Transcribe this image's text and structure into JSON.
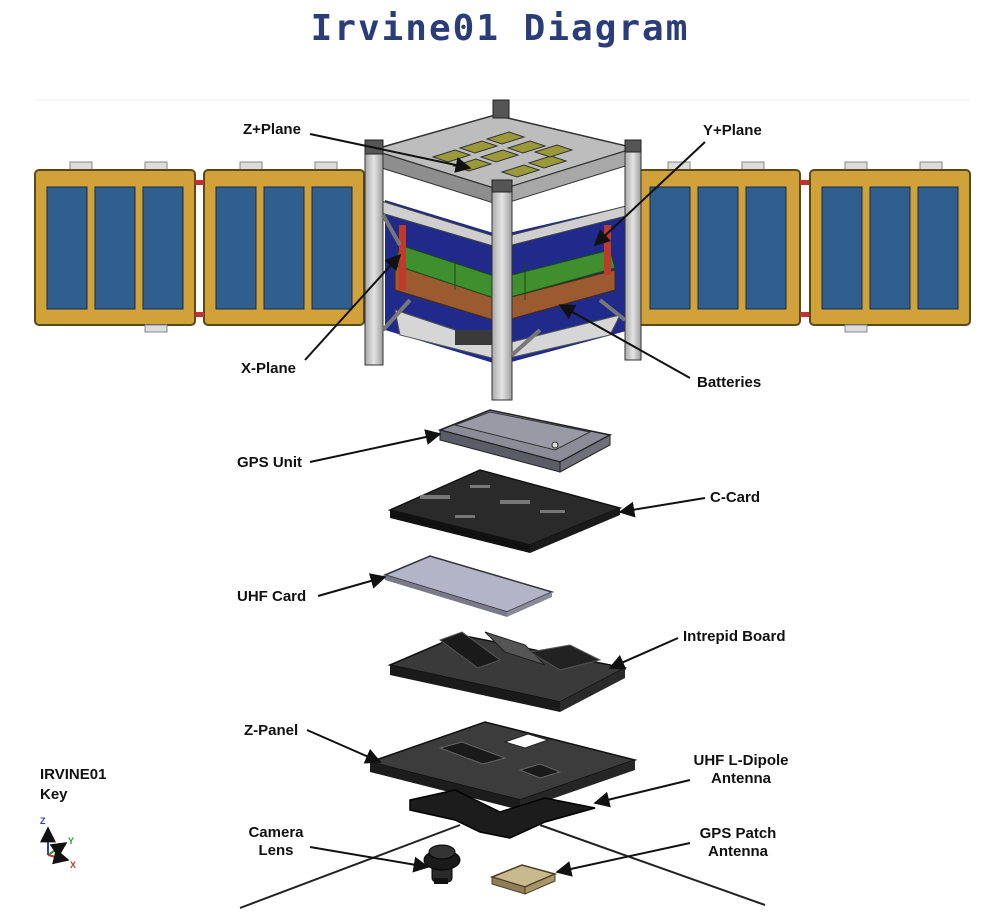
{
  "title": "Irvine01 Diagram",
  "labels": {
    "z_plane": "Z+Plane",
    "y_plane": "Y+Plane",
    "x_plane": "X-Plane",
    "batteries": "Batteries",
    "gps_unit": "GPS Unit",
    "c_card": "C-Card",
    "uhf_card": "UHF Card",
    "intrepid_board": "Intrepid Board",
    "z_panel": "Z-Panel",
    "uhf_dipole_line1": "UHF L-Dipole",
    "uhf_dipole_line2": "Antenna",
    "camera_line1": "Camera",
    "camera_line2": "Lens",
    "gps_patch_line1": "GPS Patch",
    "gps_patch_line2": "Antenna",
    "key_line1": "IRVINE01",
    "key_line2": "Key",
    "axis_x": "X",
    "axis_y": "Y",
    "axis_z": "Z"
  },
  "colors": {
    "title": "#2b3d79",
    "solar_cell": "#2f5f8e",
    "panel_frame": "#d2a23a",
    "battery_green": "#3f8f2f",
    "battery_copper": "#9b5a30",
    "frame_gray": "#c9c9c9",
    "board_dark": "#2a2a2a"
  }
}
